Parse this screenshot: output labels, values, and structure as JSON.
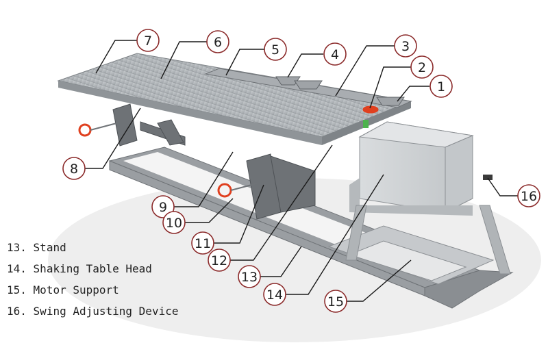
{
  "callouts": [
    "1",
    "2",
    "3",
    "4",
    "5",
    "6",
    "7",
    "8",
    "9",
    "10",
    "11",
    "12",
    "13",
    "14",
    "15",
    "16"
  ],
  "legend": [
    {
      "number": "13.",
      "label": "Stand"
    },
    {
      "number": "14.",
      "label": "Shaking Table Head"
    },
    {
      "number": "15.",
      "label": "Motor Support"
    },
    {
      "number": "16.",
      "label": "Swing Adjusting Device"
    }
  ],
  "colors": {
    "callout_stroke": "#8b2a2a",
    "leader_line": "#1a1a1a",
    "frame": "#8e9296",
    "deck": "#b3b7ba",
    "handwheel": "#e0401f"
  }
}
